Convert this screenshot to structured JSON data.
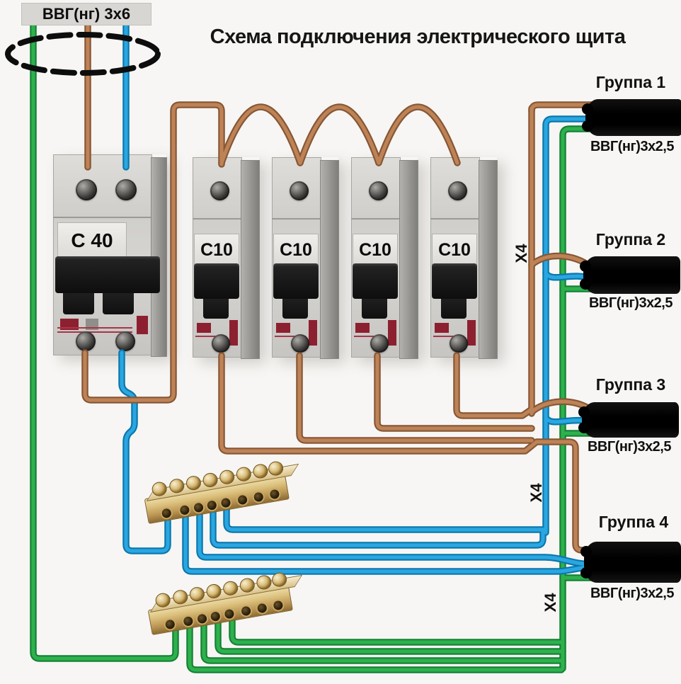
{
  "diagram": {
    "title": "Схема подключения электрического щита",
    "incoming_cable_label": "ВВГ(нг) 3х6",
    "main_breaker_label": "C 40",
    "branch_breaker_labels": [
      "C10",
      "C10",
      "C10",
      "C10"
    ],
    "bus_connector_labels": [
      "Х4",
      "Х4",
      "Х4"
    ],
    "groups": [
      {
        "name": "Группа 1",
        "cable": "ВВГ(нг)3х2,5"
      },
      {
        "name": "Группа 2",
        "cable": "ВВГ(нг)3х2,5"
      },
      {
        "name": "Группа 3",
        "cable": "ВВГ(нг)3х2,5"
      },
      {
        "name": "Группа 4",
        "cable": "ВВГ(нг)3х2,5"
      }
    ],
    "wire_colors": {
      "phase": "#bd8357",
      "neutral": "#2aa6e0",
      "ground": "#2eb14d"
    }
  }
}
